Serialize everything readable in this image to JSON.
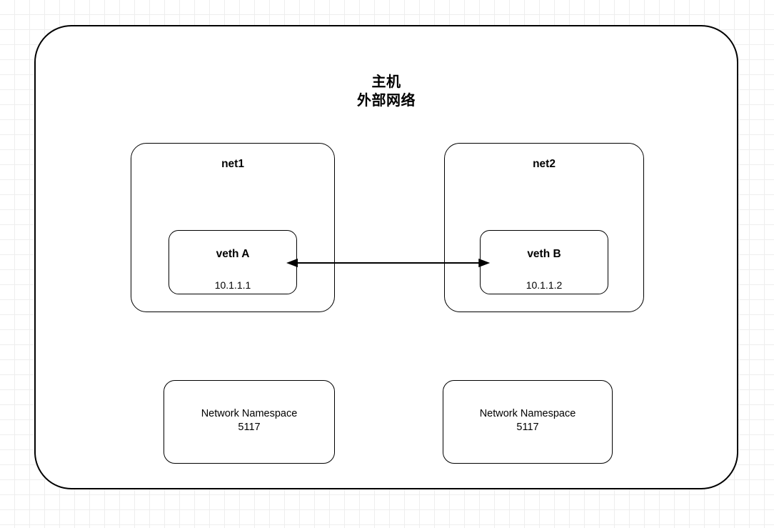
{
  "diagram": {
    "title_lines": "主机\n外部网络",
    "background": {
      "grid": "true",
      "minor_grid_color": "#eeeeee",
      "major_grid_color": "#e2e2e2",
      "page_color": "#ffffff"
    },
    "stroke_color": "#000000",
    "fill_color": "#ffffff"
  },
  "namespaces": [
    {
      "title": "net1",
      "veth": {
        "name": "veth A",
        "ip": "10.1.1.1"
      },
      "info": "Network Namespace\n5117"
    },
    {
      "title": "net2",
      "veth": {
        "name": "veth B",
        "ip": "10.1.1.2"
      },
      "info": "Network Namespace\n5117"
    }
  ],
  "connector": {
    "kind": "double-headed-arrow",
    "from": "veth A",
    "to": "veth B",
    "color": "#000000"
  }
}
